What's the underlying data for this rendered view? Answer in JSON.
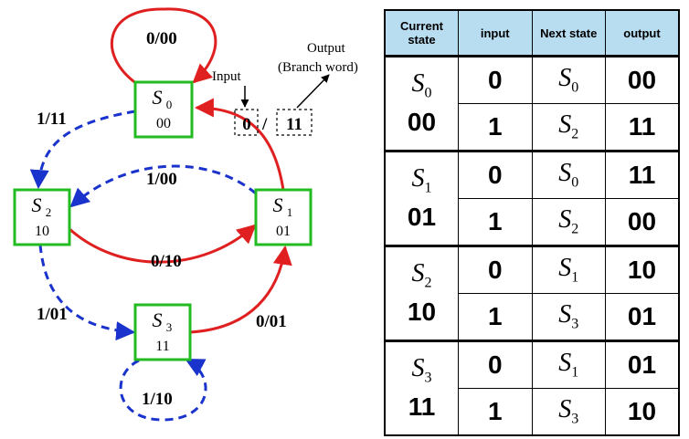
{
  "diagram": {
    "states": [
      {
        "name": "S",
        "sub": "0",
        "code": "00"
      },
      {
        "name": "S",
        "sub": "2",
        "code": "10"
      },
      {
        "name": "S",
        "sub": "1",
        "code": "01"
      },
      {
        "name": "S",
        "sub": "3",
        "code": "11"
      }
    ],
    "transitions": [
      {
        "label": "0/00"
      },
      {
        "label": "1/11"
      },
      {
        "label": "1/00"
      },
      {
        "label": "0/10"
      },
      {
        "label": "1/01"
      },
      {
        "label": "0/01"
      },
      {
        "label": "1/10"
      }
    ],
    "legend": {
      "input_label": "Input",
      "output_label_line1": "Output",
      "output_label_line2": "(Branch word)",
      "input_value": "0",
      "slash": "/",
      "output_value": "11"
    },
    "colors": {
      "state_border": "#22bb22",
      "input0_arrow": "#e02020",
      "input1_arrow": "#1a33cc"
    }
  },
  "table": {
    "headers": [
      "Current state",
      "input",
      "Next state",
      "output"
    ],
    "rows": [
      {
        "state": "S",
        "state_sub": "0",
        "state_code": "00",
        "entries": [
          {
            "input": "0",
            "next": "S",
            "next_sub": "0",
            "output": "00"
          },
          {
            "input": "1",
            "next": "S",
            "next_sub": "2",
            "output": "11"
          }
        ]
      },
      {
        "state": "S",
        "state_sub": "1",
        "state_code": "01",
        "entries": [
          {
            "input": "0",
            "next": "S",
            "next_sub": "0",
            "output": "11"
          },
          {
            "input": "1",
            "next": "S",
            "next_sub": "2",
            "output": "00"
          }
        ]
      },
      {
        "state": "S",
        "state_sub": "2",
        "state_code": "10",
        "entries": [
          {
            "input": "0",
            "next": "S",
            "next_sub": "1",
            "output": "10"
          },
          {
            "input": "1",
            "next": "S",
            "next_sub": "3",
            "output": "01"
          }
        ]
      },
      {
        "state": "S",
        "state_sub": "3",
        "state_code": "11",
        "entries": [
          {
            "input": "0",
            "next": "S",
            "next_sub": "1",
            "output": "01"
          },
          {
            "input": "1",
            "next": "S",
            "next_sub": "3",
            "output": "10"
          }
        ]
      }
    ]
  }
}
